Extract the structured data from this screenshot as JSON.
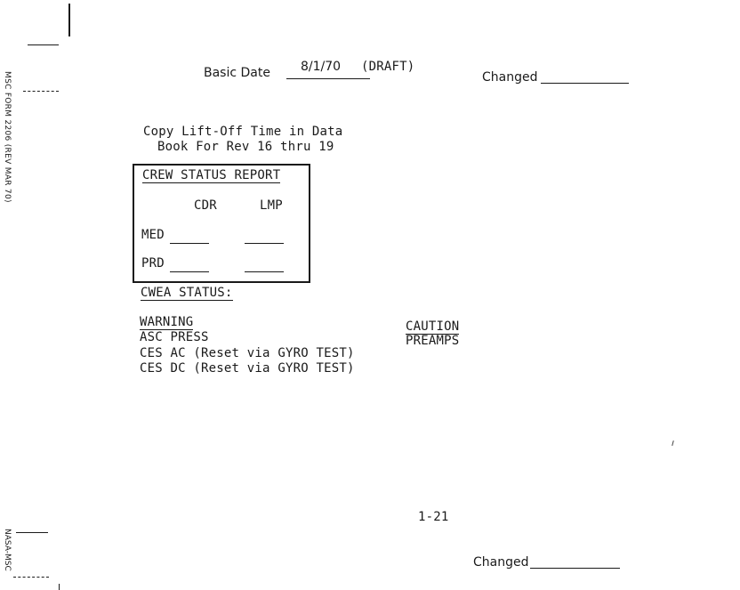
{
  "margin": {
    "form_label": "MSC FORM 2206 (REV MAR 70)",
    "bottom_label": "NASA-MSC"
  },
  "header": {
    "basic_date_label": "Basic Date",
    "basic_date_value": "8/1/70",
    "draft_label": "(DRAFT)",
    "changed_label": "Changed"
  },
  "instruction": {
    "line1": "Copy Lift-Off Time in Data",
    "line2": "Book For Rev 16 thru 19"
  },
  "crew_status": {
    "title": "CREW STATUS REPORT",
    "columns": [
      "CDR",
      "LMP"
    ],
    "rows": [
      "MED",
      "PRD"
    ]
  },
  "cwea": {
    "title": "CWEA STATUS:",
    "warning_heading": "WARNING",
    "warning_items": [
      "ASC PRESS",
      "CES AC (Reset via GYRO TEST)",
      "CES DC (Reset via GYRO TEST)"
    ],
    "caution_heading": "CAUTION",
    "caution_items": [
      "PREAMPS"
    ]
  },
  "footer": {
    "page_number": "1-21",
    "changed_label": "Changed"
  }
}
